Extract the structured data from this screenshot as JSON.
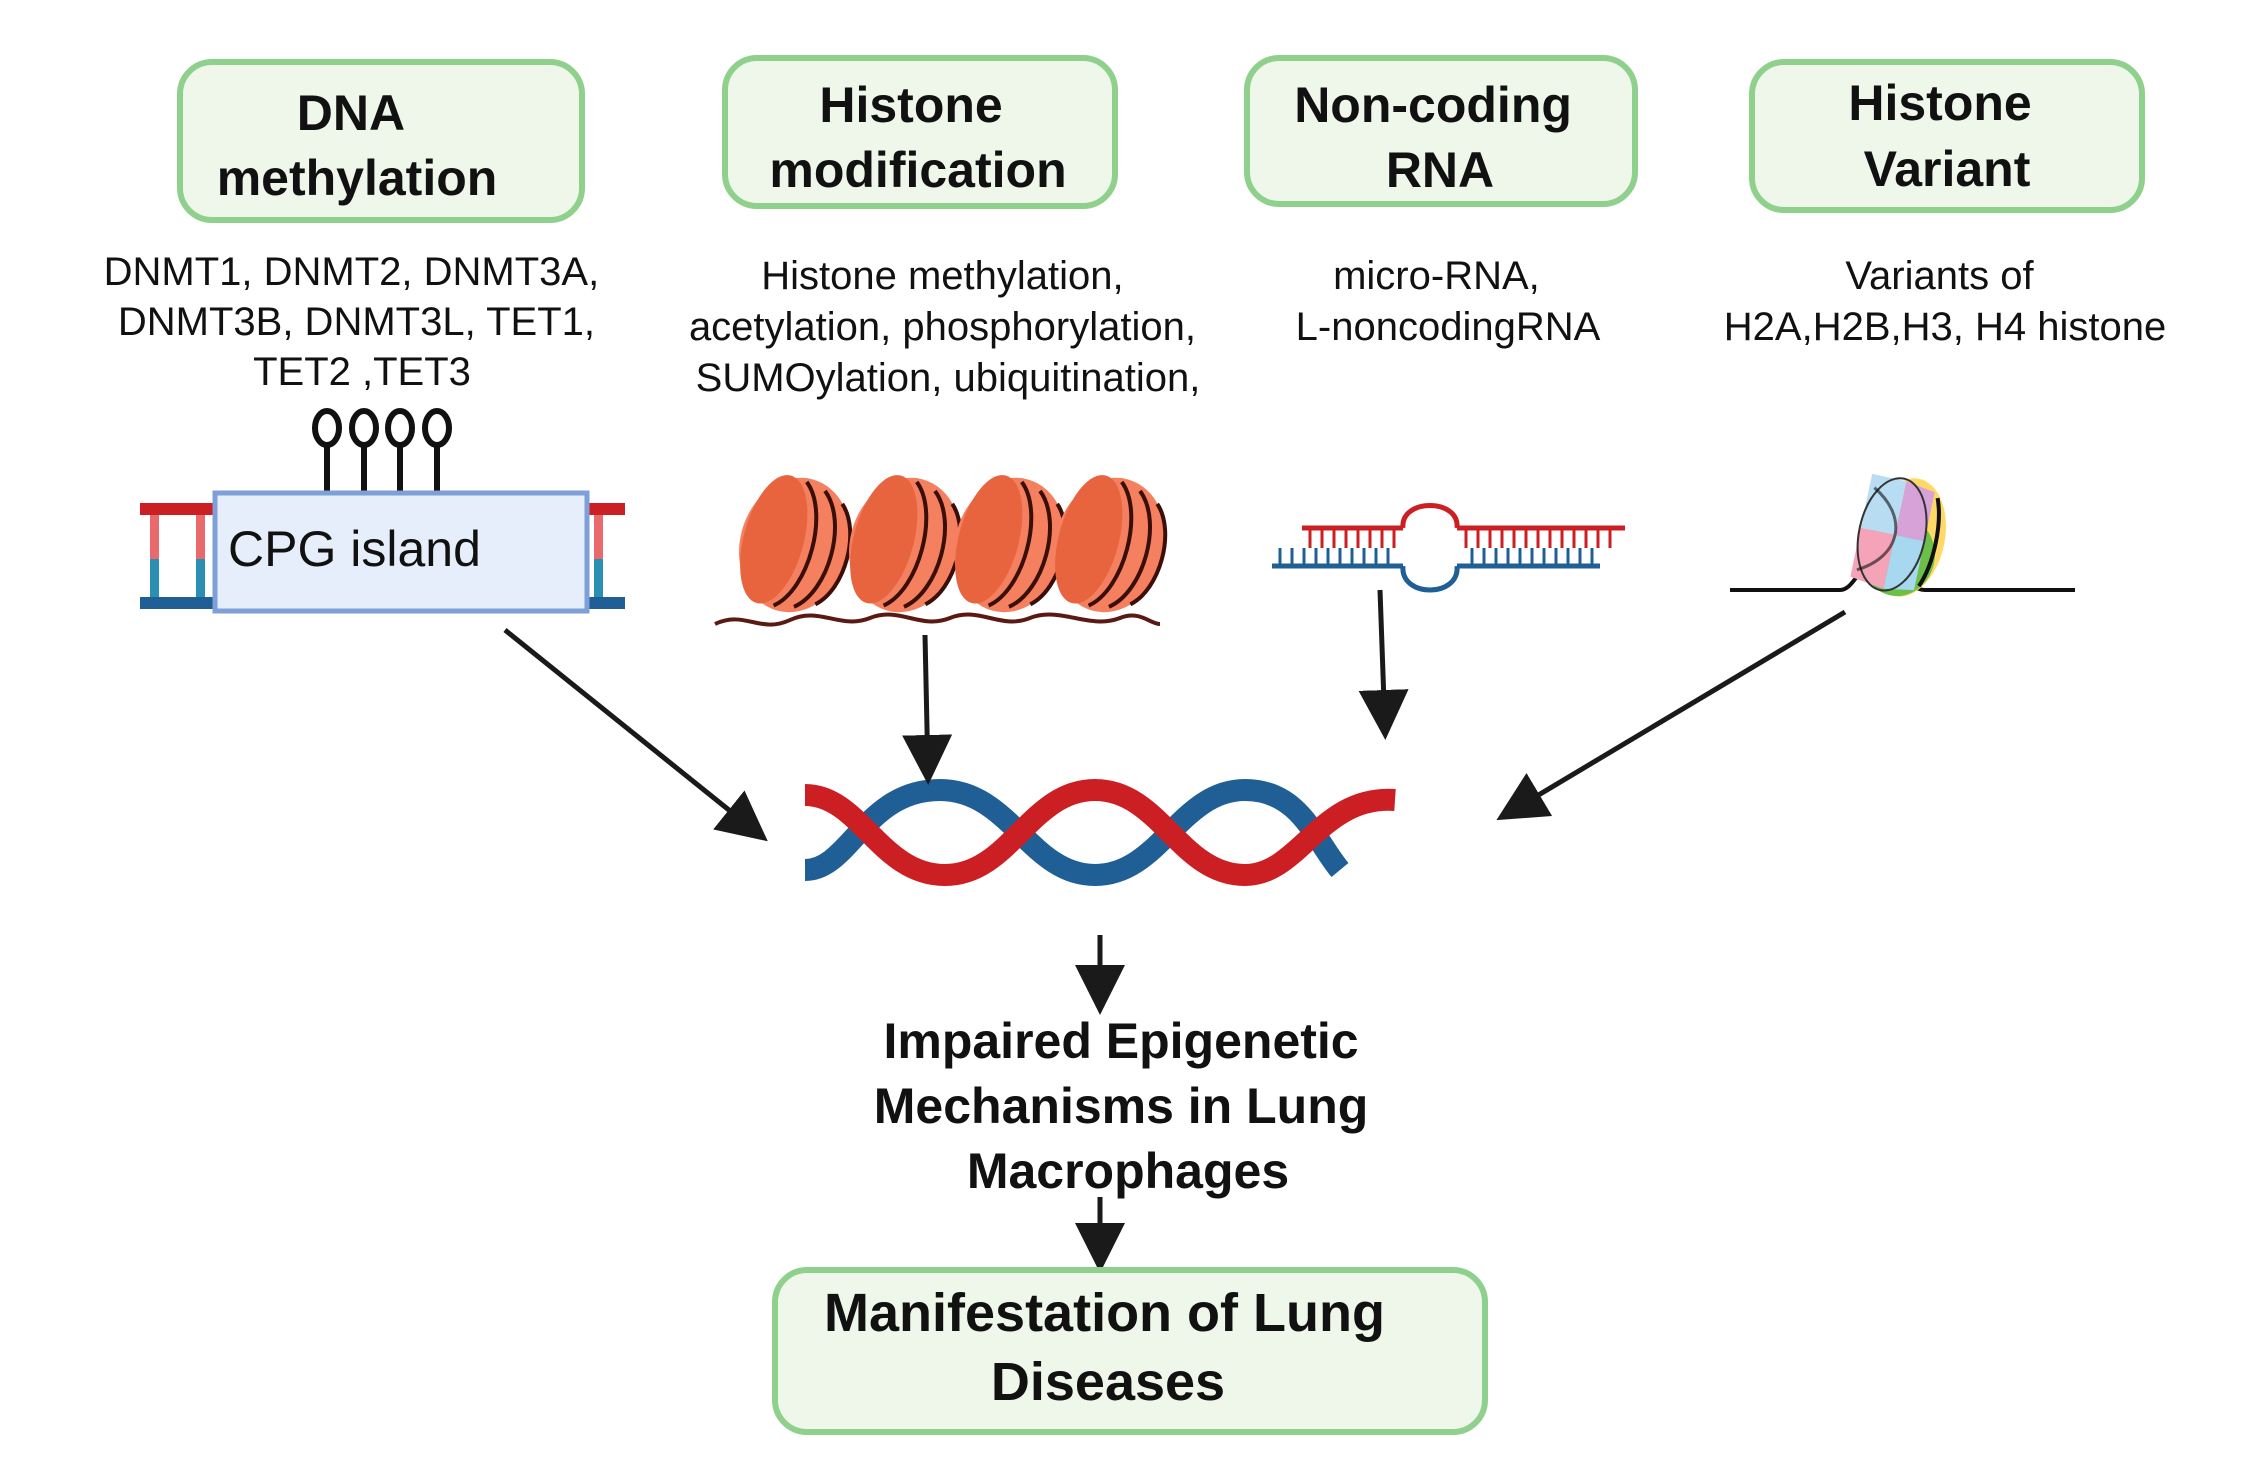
{
  "colors": {
    "box_border": "#8fd08c",
    "box_fill": "#eef7ea",
    "dna_red": "#cc1f24",
    "dna_blue": "#1f5f96",
    "nucleosome": "#f5805f",
    "nucleosome_dark": "#e8643f",
    "arrow": "#1a1a1a"
  },
  "categories": [
    {
      "id": "dna-methylation",
      "title": [
        "DNA",
        "methylation"
      ],
      "details": [
        "DNMT1,  DNMT2, DNMT3A,",
        "DNMT3B,  DNMT3L, TET1,",
        "TET2 ,TET3"
      ],
      "icon": "methylated-dna-icon"
    },
    {
      "id": "histone-modification",
      "title": [
        "Histone",
        "modification"
      ],
      "details": [
        "Histone methylation,",
        "acetylation, phosphorylation,",
        "SUMOylation, ubiquitination,"
      ],
      "icon": "nucleosome-array-icon"
    },
    {
      "id": "non-coding-rna",
      "title": [
        "Non-coding",
        "RNA"
      ],
      "details": [
        "micro-RNA,",
        "L-noncodingRNA"
      ],
      "icon": "rna-duplex-icon"
    },
    {
      "id": "histone-variant",
      "title": [
        "Histone",
        "Variant"
      ],
      "details": [
        "Variants of",
        "H2A,H2B,H3, H4 histone"
      ],
      "icon": "histone-octamer-icon"
    }
  ],
  "cpg_label": "CPG island",
  "center_icon": "dna-double-helix-icon",
  "impaired": [
    "Impaired Epigenetic",
    "Mechanisms in Lung",
    "Macrophages"
  ],
  "manifestation": [
    "Manifestation of Lung",
    "Diseases"
  ]
}
